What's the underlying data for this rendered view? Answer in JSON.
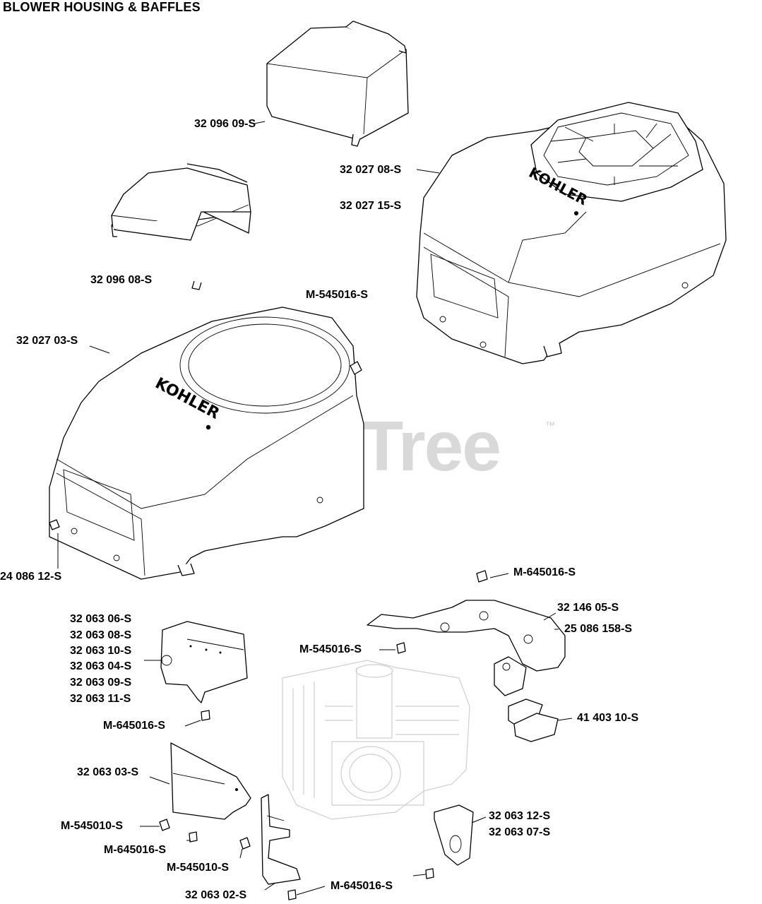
{
  "title": "BLOWER HOUSING & BAFFLES",
  "watermark": "PartsTree",
  "trademark": "™",
  "brand_on_housing": "KOHLER",
  "colors": {
    "ink": "#000000",
    "watermark": "#d9d9d9",
    "ghost_engine": "#cfcfcf"
  },
  "parts": {
    "cover_top": "32 096 09-S",
    "cover_left": "32 096 08-S",
    "housing_right_a": "32 027 08-S",
    "housing_right_b": "32 027 15-S",
    "screw_center": "M-545016-S",
    "housing_left": "32 027 03-S",
    "screw_left_bottom": "24 086 12-S",
    "screw_top_right": "M-645016-S",
    "baffle_right": "32 146 05-S",
    "screw_right": "25 086 158-S",
    "screw_right_mid": "M-545016-S",
    "baffle_left_1": "32 063 06-S",
    "baffle_left_2": "32 063 08-S",
    "baffle_left_3": "32 063 10-S",
    "baffle_left_4": "32 063 04-S",
    "baffle_left_5": "32 063 09-S",
    "baffle_left_6": "32 063 11-S",
    "screw_left_mid": "M-645016-S",
    "bracket": "41 403 10-S",
    "baffle_lower": "32 063 03-S",
    "screw_lower_1": "M-545010-S",
    "screw_lower_2": "M-645016-S",
    "screw_lower_3": "M-545010-S",
    "baffle_bottom_right_1": "32 063 12-S",
    "baffle_bottom_right_2": "32 063 07-S",
    "baffle_bottom": "32 063 02-S",
    "screw_bottom": "M-645016-S"
  }
}
